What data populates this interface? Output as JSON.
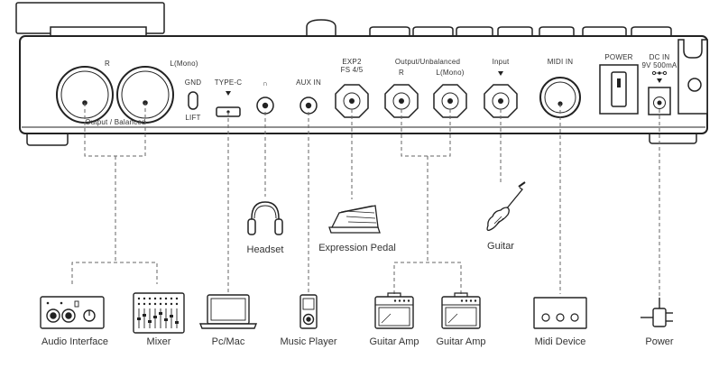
{
  "panel": {
    "out_r": "R",
    "out_l": "L(Mono)",
    "out_balanced": "Output / Balanced",
    "gnd": "GND",
    "lift": "LIFT",
    "typec": "TYPE-C",
    "phones_glyph": "∩",
    "aux_in": "AUX IN",
    "exp2": "EXP2",
    "fs45": "FS 4/5",
    "out_unbal": "Output/Unbalanced",
    "unbal_r": "R",
    "unbal_l": "L(Mono)",
    "input": "Input",
    "midi_in": "MIDI IN",
    "power": "POWER",
    "dc_in": "DC IN",
    "dc_spec": "9V 500mA"
  },
  "devices": {
    "headset": "Headset",
    "expression_pedal": "Expression Pedal",
    "guitar": "Guitar",
    "audio_interface": "Audio Interface",
    "mixer": "Mixer",
    "pc_mac": "Pc/Mac",
    "music_player": "Music Player",
    "guitar_amp_1": "Guitar Amp",
    "guitar_amp_2": "Guitar Amp",
    "midi_device": "Midi Device",
    "power": "Power"
  }
}
